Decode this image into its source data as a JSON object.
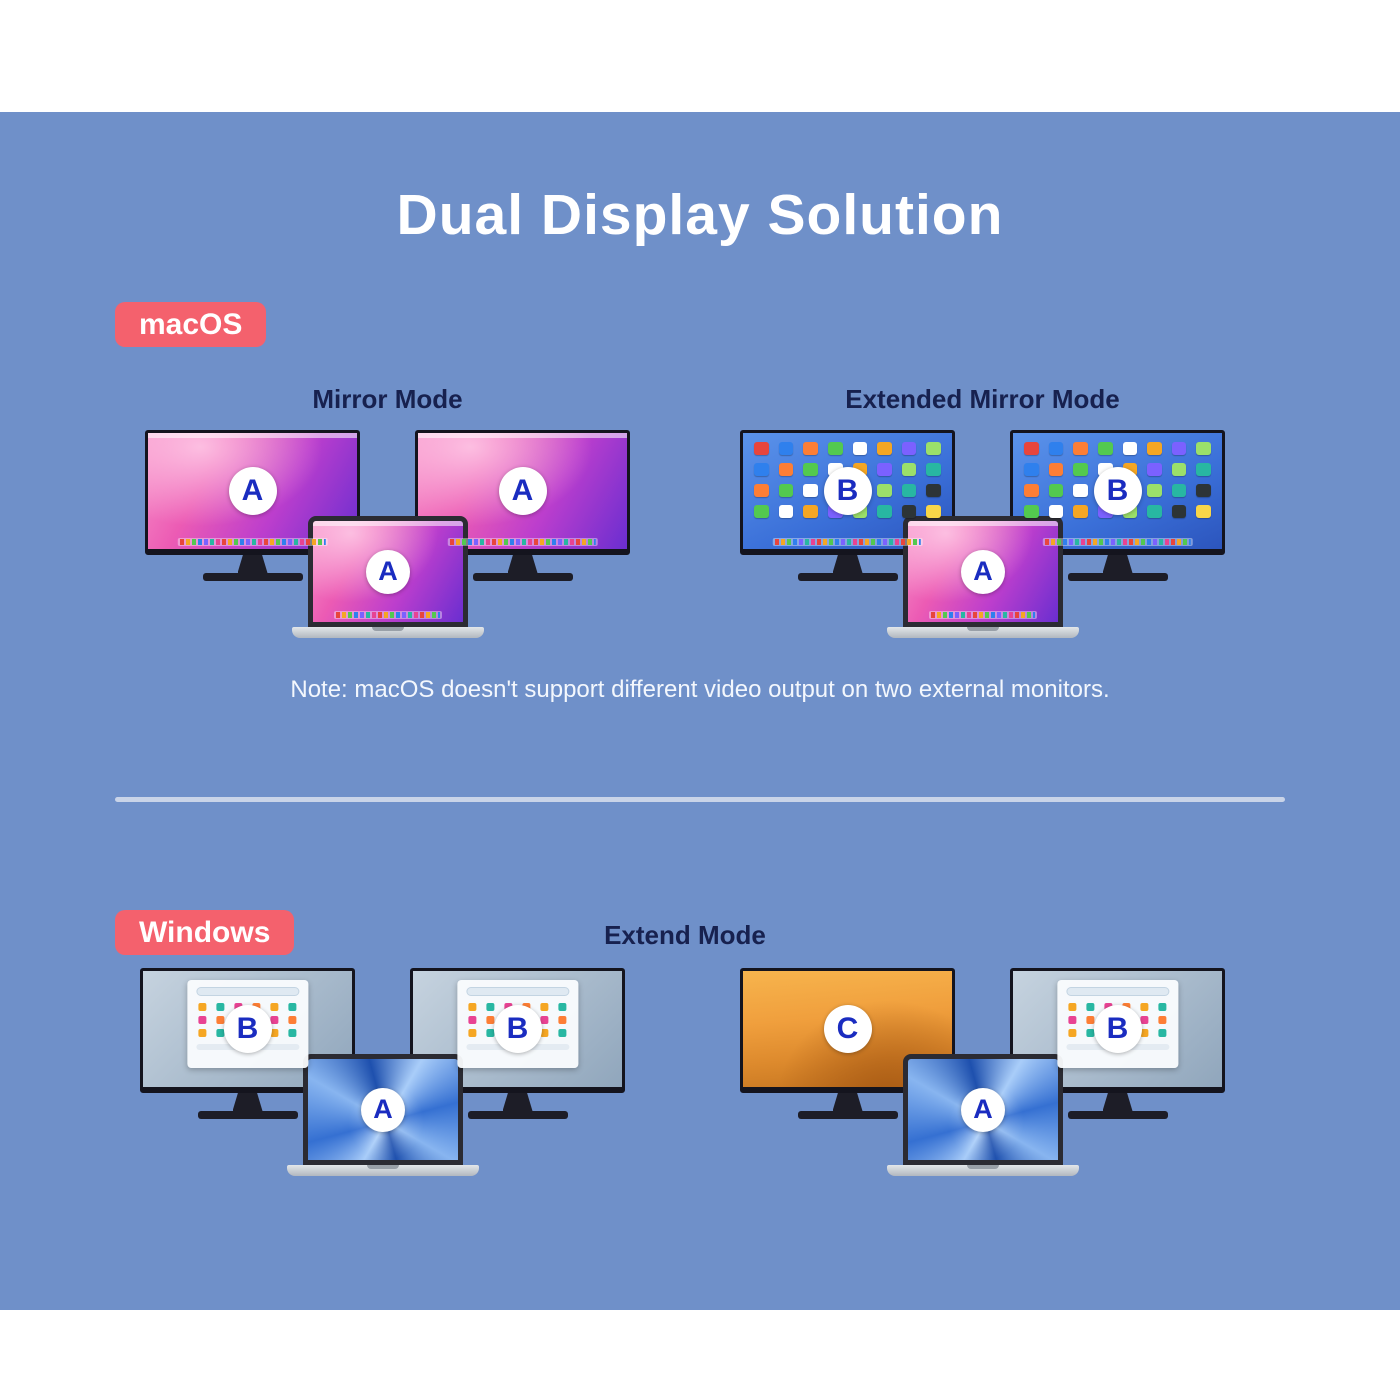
{
  "page": {
    "title": "Dual Display Solution",
    "colors": {
      "background": "#6f90c9",
      "badge": "#f4616d",
      "label_letter": "#1a2cc0",
      "mode_text": "#17214f"
    }
  },
  "art": {
    "icon_palette": [
      "#e8453c",
      "#f5a623",
      "#f8d648",
      "#53c94f",
      "#28b7a2",
      "#2f80ed",
      "#7b61ff",
      "#e84393",
      "#ffffff",
      "#2d3436",
      "#fd7e35",
      "#9be06a"
    ]
  },
  "sections": [
    {
      "badge": "macOS",
      "groups": [
        {
          "mode": "Mirror Mode",
          "monitors": [
            {
              "label": "A",
              "wallpaper": "monterey"
            },
            {
              "label": "A",
              "wallpaper": "monterey"
            }
          ],
          "laptop": {
            "label": "A",
            "wallpaper": "monterey"
          }
        },
        {
          "mode": "Extended Mirror Mode",
          "monitors": [
            {
              "label": "B",
              "wallpaper": "launchpad"
            },
            {
              "label": "B",
              "wallpaper": "launchpad"
            }
          ],
          "laptop": {
            "label": "A",
            "wallpaper": "monterey"
          }
        }
      ],
      "note": "Note: macOS doesn't support different video output on two external monitors."
    },
    {
      "badge": "Windows",
      "mode": "Extend Mode",
      "groups": [
        {
          "monitors": [
            {
              "label": "B",
              "wallpaper": "winstart"
            },
            {
              "label": "B",
              "wallpaper": "winstart"
            }
          ],
          "laptop": {
            "label": "A",
            "wallpaper": "win11"
          }
        },
        {
          "monitors": [
            {
              "label": "C",
              "wallpaper": "desert"
            },
            {
              "label": "B",
              "wallpaper": "winstart"
            }
          ],
          "laptop": {
            "label": "A",
            "wallpaper": "win11"
          }
        }
      ]
    }
  ]
}
